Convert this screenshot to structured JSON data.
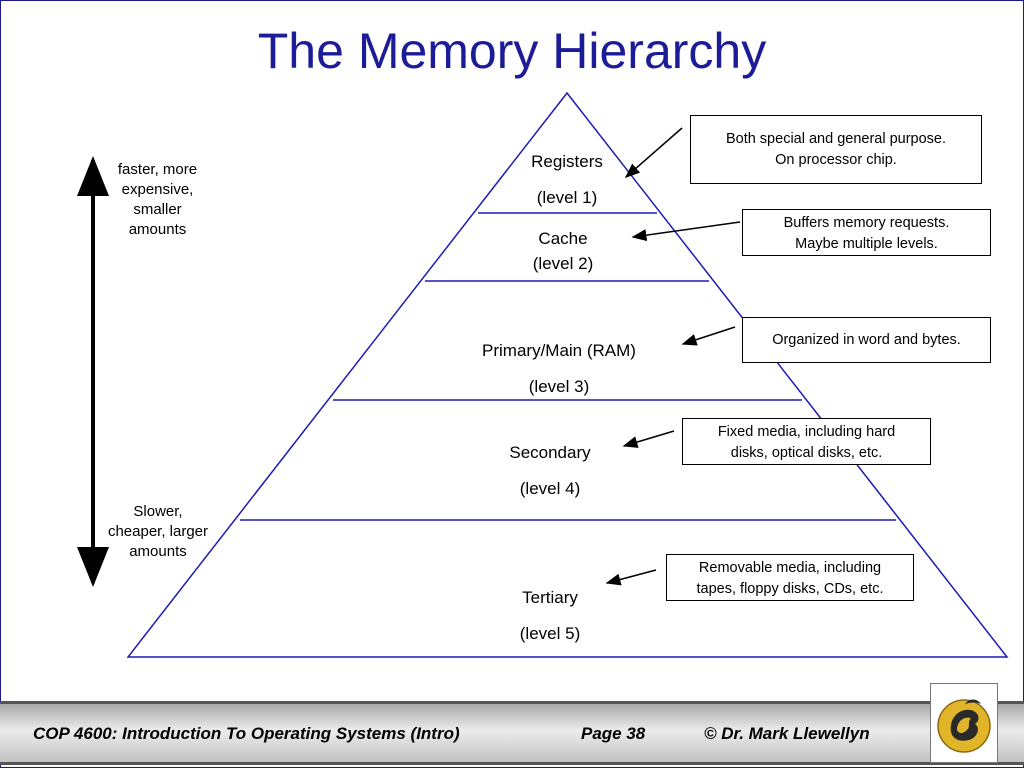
{
  "title": "The Memory Hierarchy",
  "side_labels": {
    "top": [
      "faster, more",
      "expensive,",
      "smaller",
      "amounts"
    ],
    "bottom": [
      "Slower,",
      "cheaper, larger",
      "amounts"
    ]
  },
  "levels": [
    {
      "name": "Registers",
      "level": "(level 1)"
    },
    {
      "name": "Cache",
      "level": "(level 2)"
    },
    {
      "name": "Primary/Main (RAM)",
      "level": "(level 3)"
    },
    {
      "name": "Secondary",
      "level": "(level 4)"
    },
    {
      "name": "Tertiary",
      "level": "(level 5)"
    }
  ],
  "annotations": [
    {
      "line1": "Both special and general purpose.",
      "line2": "On processor chip."
    },
    {
      "line1": "Buffers memory requests.",
      "line2": "Maybe multiple levels."
    },
    {
      "line1": "Organized in word and bytes.",
      "line2": ""
    },
    {
      "line1": "Fixed media, including hard",
      "line2": "disks, optical disks, etc."
    },
    {
      "line1": "Removable media, including",
      "line2": "tapes, floppy disks, CDs, etc."
    }
  ],
  "footer": {
    "course": "COP 4600: Introduction To Operating Systems (Intro)",
    "page": "Page 38",
    "author": "© Dr. Mark Llewellyn"
  },
  "icons": {
    "logo": "ucf-pegasus-logo-icon"
  },
  "colors": {
    "title": "#1c1c99",
    "pyramid": "#1c1cb3",
    "footer_band": "#c8c8c8"
  }
}
